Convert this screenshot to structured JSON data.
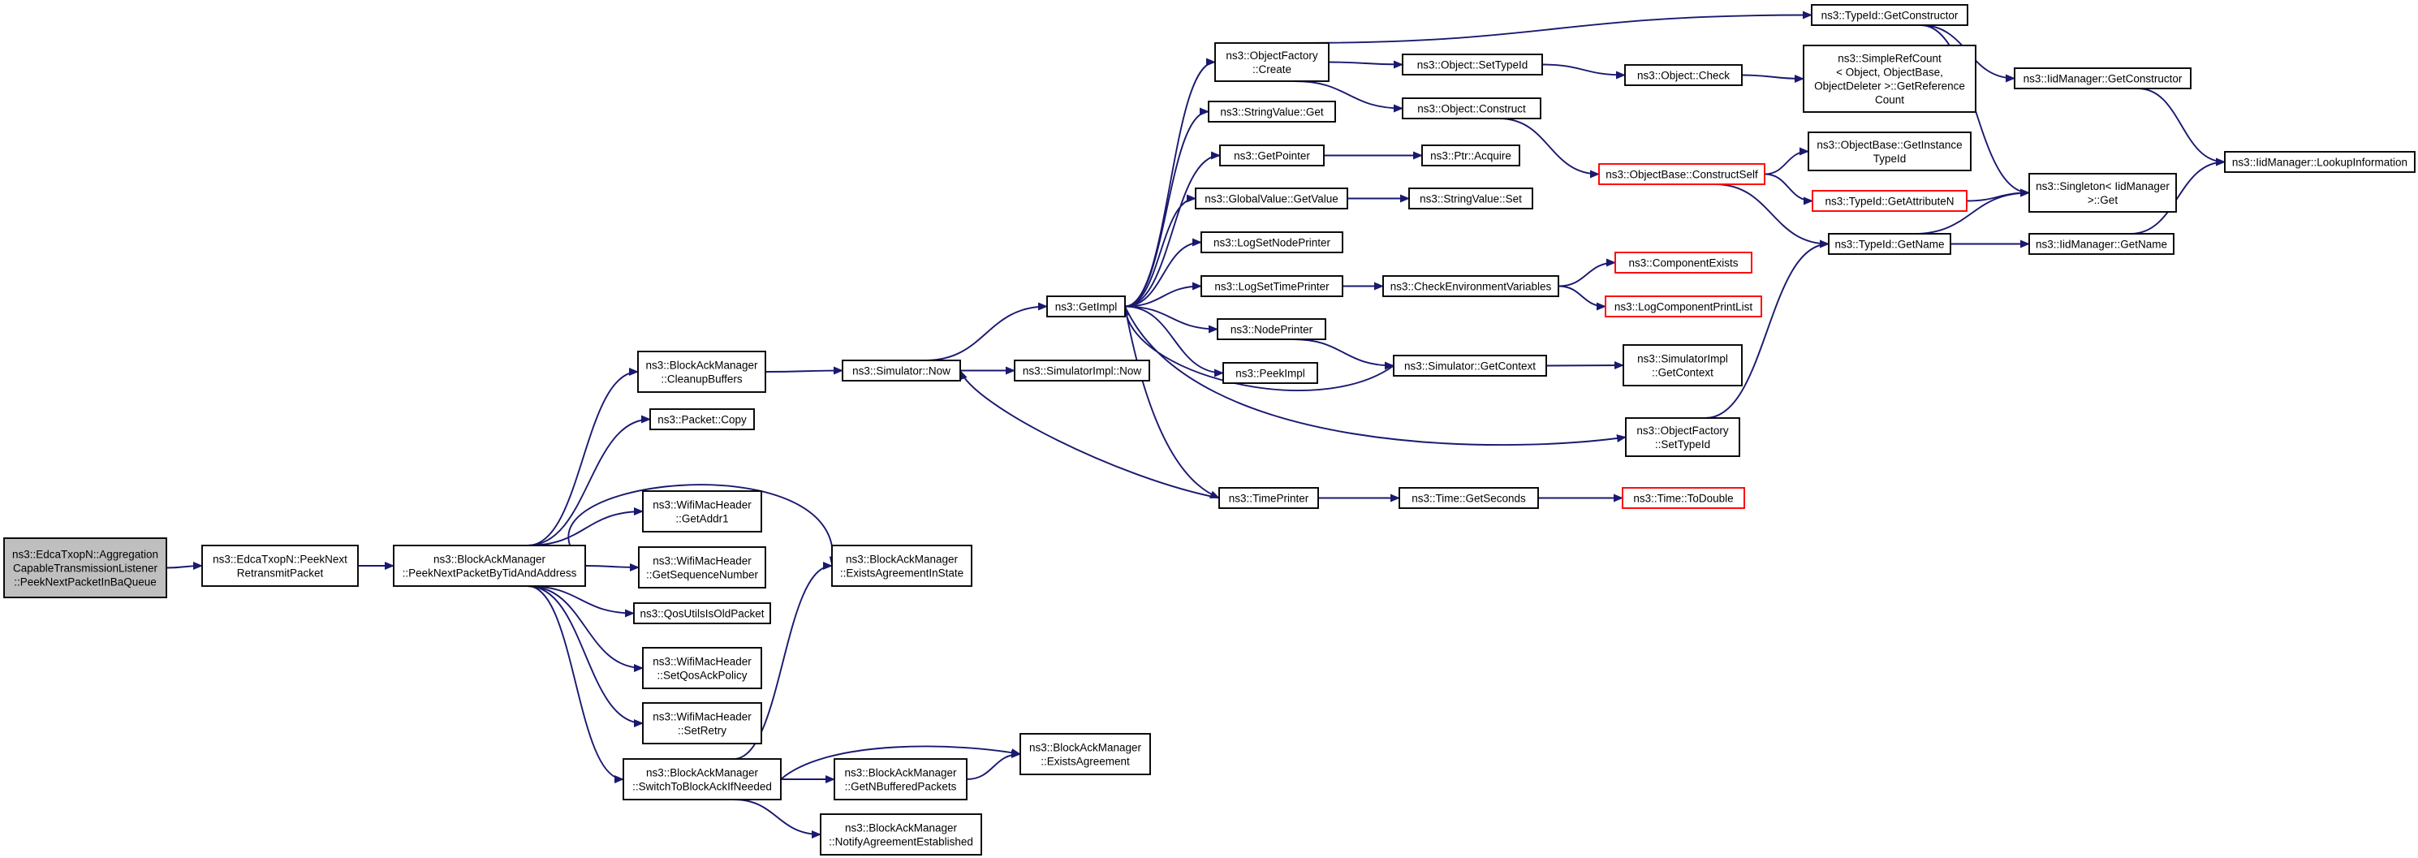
{
  "nodes": [
    {
      "id": "root",
      "label": [
        "ns3::EdcaTxopN::Aggregation",
        "CapableTransmissionListener",
        "::PeekNextPacketInBaQueue"
      ],
      "style": "root"
    },
    {
      "id": "peekRetransmit",
      "label": [
        "ns3::EdcaTxopN::PeekNext",
        "RetransmitPacket"
      ]
    },
    {
      "id": "peekByTid",
      "label": [
        "ns3::BlockAckManager",
        "::PeekNextPacketByTidAndAddress"
      ]
    },
    {
      "id": "cleanup",
      "label": [
        "ns3::BlockAckManager",
        "::CleanupBuffers"
      ]
    },
    {
      "id": "copy",
      "label": [
        "ns3::Packet::Copy"
      ]
    },
    {
      "id": "getAddr1",
      "label": [
        "ns3::WifiMacHeader",
        "::GetAddr1"
      ]
    },
    {
      "id": "getSeq",
      "label": [
        "ns3::WifiMacHeader",
        "::GetSequenceNumber"
      ]
    },
    {
      "id": "qosOld",
      "label": [
        "ns3::QosUtilsIsOldPacket"
      ]
    },
    {
      "id": "setQos",
      "label": [
        "ns3::WifiMacHeader",
        "::SetQosAckPolicy"
      ]
    },
    {
      "id": "setRetry",
      "label": [
        "ns3::WifiMacHeader",
        "::SetRetry"
      ]
    },
    {
      "id": "switchBA",
      "label": [
        "ns3::BlockAckManager",
        "::SwitchToBlockAckIfNeeded"
      ]
    },
    {
      "id": "existsInState",
      "label": [
        "ns3::BlockAckManager",
        "::ExistsAgreementInState"
      ]
    },
    {
      "id": "simNow",
      "label": [
        "ns3::Simulator::Now"
      ]
    },
    {
      "id": "getNBuf",
      "label": [
        "ns3::BlockAckManager",
        "::GetNBufferedPackets"
      ]
    },
    {
      "id": "notifyAgr",
      "label": [
        "ns3::BlockAckManager",
        "::NotifyAgreementEstablished"
      ]
    },
    {
      "id": "existsAgr",
      "label": [
        "ns3::BlockAckManager",
        "::ExistsAgreement"
      ]
    },
    {
      "id": "getImpl",
      "label": [
        "ns3::GetImpl"
      ]
    },
    {
      "id": "simImplNow",
      "label": [
        "ns3::SimulatorImpl::Now"
      ]
    },
    {
      "id": "objFactCreate",
      "label": [
        "ns3::ObjectFactory",
        "::Create"
      ]
    },
    {
      "id": "strValGet",
      "label": [
        "ns3::StringValue::Get"
      ]
    },
    {
      "id": "getPointer",
      "label": [
        "ns3::GetPointer"
      ]
    },
    {
      "id": "globalGet",
      "label": [
        "ns3::GlobalValue::GetValue"
      ]
    },
    {
      "id": "logNode",
      "label": [
        "ns3::LogSetNodePrinter"
      ]
    },
    {
      "id": "logTime",
      "label": [
        "ns3::LogSetTimePrinter"
      ]
    },
    {
      "id": "nodePrinter",
      "label": [
        "ns3::NodePrinter"
      ]
    },
    {
      "id": "peekImpl",
      "label": [
        "ns3::PeekImpl"
      ]
    },
    {
      "id": "timePrinter",
      "label": [
        "ns3::TimePrinter"
      ]
    },
    {
      "id": "setTypeId",
      "label": [
        "ns3::Object::SetTypeId"
      ]
    },
    {
      "id": "objConstruct",
      "label": [
        "ns3::Object::Construct"
      ]
    },
    {
      "id": "ptrAcquire",
      "label": [
        "ns3::Ptr::Acquire"
      ]
    },
    {
      "id": "strValSet",
      "label": [
        "ns3::StringValue::Set"
      ]
    },
    {
      "id": "checkEnv",
      "label": [
        "ns3::CheckEnvironmentVariables"
      ]
    },
    {
      "id": "simGetCtx",
      "label": [
        "ns3::Simulator::GetContext"
      ]
    },
    {
      "id": "getSeconds",
      "label": [
        "ns3::Time::GetSeconds"
      ]
    },
    {
      "id": "objCheck",
      "label": [
        "ns3::Object::Check"
      ]
    },
    {
      "id": "constructSelf",
      "label": [
        "ns3::ObjectBase::ConstructSelf"
      ],
      "style": "red"
    },
    {
      "id": "compExists",
      "label": [
        "ns3::ComponentExists"
      ],
      "style": "red"
    },
    {
      "id": "logCompPrint",
      "label": [
        "ns3::LogComponentPrintList"
      ],
      "style": "red"
    },
    {
      "id": "simImplCtx",
      "label": [
        "ns3::SimulatorImpl",
        "::GetContext"
      ]
    },
    {
      "id": "objFactSetTid",
      "label": [
        "ns3::ObjectFactory",
        "::SetTypeId"
      ]
    },
    {
      "id": "toDouble",
      "label": [
        "ns3::Time::ToDouble"
      ],
      "style": "red"
    },
    {
      "id": "tidGetCtor",
      "label": [
        "ns3::TypeId::GetConstructor"
      ]
    },
    {
      "id": "simpleRef",
      "label": [
        "ns3::SimpleRefCount",
        "< Object, ObjectBase,",
        "ObjectDeleter >::GetReference",
        "Count"
      ]
    },
    {
      "id": "getInstTid",
      "label": [
        "ns3::ObjectBase::GetInstance",
        "TypeId"
      ]
    },
    {
      "id": "getAttrN",
      "label": [
        "ns3::TypeId::GetAttributeN"
      ],
      "style": "red"
    },
    {
      "id": "tidGetName",
      "label": [
        "ns3::TypeId::GetName"
      ]
    },
    {
      "id": "iidGetCtor",
      "label": [
        "ns3::IidManager::GetConstructor"
      ]
    },
    {
      "id": "singleton",
      "label": [
        "ns3::Singleton< IidManager",
        ">::Get"
      ]
    },
    {
      "id": "iidGetName",
      "label": [
        "ns3::IidManager::GetName"
      ]
    },
    {
      "id": "lookupInfo",
      "label": [
        "ns3::IidManager::LookupInformation"
      ]
    }
  ],
  "edges": [
    [
      "root",
      "peekRetransmit"
    ],
    [
      "peekRetransmit",
      "peekByTid"
    ],
    [
      "peekByTid",
      "cleanup"
    ],
    [
      "peekByTid",
      "copy"
    ],
    [
      "peekByTid",
      "existsInState"
    ],
    [
      "peekByTid",
      "getAddr1"
    ],
    [
      "peekByTid",
      "getSeq"
    ],
    [
      "peekByTid",
      "qosOld"
    ],
    [
      "peekByTid",
      "setQos"
    ],
    [
      "peekByTid",
      "setRetry"
    ],
    [
      "peekByTid",
      "switchBA"
    ],
    [
      "cleanup",
      "simNow"
    ],
    [
      "switchBA",
      "existsInState"
    ],
    [
      "switchBA",
      "existsAgr"
    ],
    [
      "switchBA",
      "getNBuf"
    ],
    [
      "switchBA",
      "notifyAgr"
    ],
    [
      "getNBuf",
      "existsAgr"
    ],
    [
      "simNow",
      "getImpl"
    ],
    [
      "simNow",
      "simImplNow"
    ],
    [
      "getImpl",
      "objFactCreate"
    ],
    [
      "getImpl",
      "strValGet"
    ],
    [
      "getImpl",
      "getPointer"
    ],
    [
      "getImpl",
      "globalGet"
    ],
    [
      "getImpl",
      "logNode"
    ],
    [
      "getImpl",
      "logTime"
    ],
    [
      "getImpl",
      "nodePrinter"
    ],
    [
      "getImpl",
      "peekImpl"
    ],
    [
      "getImpl",
      "timePrinter"
    ],
    [
      "getImpl",
      "objFactSetTid"
    ],
    [
      "timePrinter",
      "simNow"
    ],
    [
      "timePrinter",
      "getSeconds"
    ],
    [
      "simGetCtx",
      "getImpl"
    ],
    [
      "simGetCtx",
      "simImplCtx"
    ],
    [
      "objFactCreate",
      "tidGetCtor"
    ],
    [
      "objFactCreate",
      "setTypeId"
    ],
    [
      "objFactCreate",
      "objConstruct"
    ],
    [
      "getPointer",
      "ptrAcquire"
    ],
    [
      "globalGet",
      "strValSet"
    ],
    [
      "logTime",
      "checkEnv"
    ],
    [
      "nodePrinter",
      "simGetCtx"
    ],
    [
      "setTypeId",
      "objCheck"
    ],
    [
      "objConstruct",
      "constructSelf"
    ],
    [
      "checkEnv",
      "compExists"
    ],
    [
      "checkEnv",
      "logCompPrint"
    ],
    [
      "getSeconds",
      "toDouble"
    ],
    [
      "objCheck",
      "simpleRef"
    ],
    [
      "constructSelf",
      "getInstTid"
    ],
    [
      "constructSelf",
      "getAttrN"
    ],
    [
      "constructSelf",
      "tidGetName"
    ],
    [
      "objFactSetTid",
      "tidGetName"
    ],
    [
      "tidGetCtor",
      "iidGetCtor"
    ],
    [
      "tidGetCtor",
      "singleton"
    ],
    [
      "getAttrN",
      "singleton"
    ],
    [
      "tidGetName",
      "singleton"
    ],
    [
      "tidGetName",
      "iidGetName"
    ],
    [
      "iidGetCtor",
      "lookupInfo"
    ],
    [
      "iidGetName",
      "lookupInfo"
    ]
  ],
  "colors": {
    "edge": "#191970",
    "node_border": "#000000",
    "node_border_external": "#ff0000",
    "root_fill": "#bfbfbf"
  }
}
